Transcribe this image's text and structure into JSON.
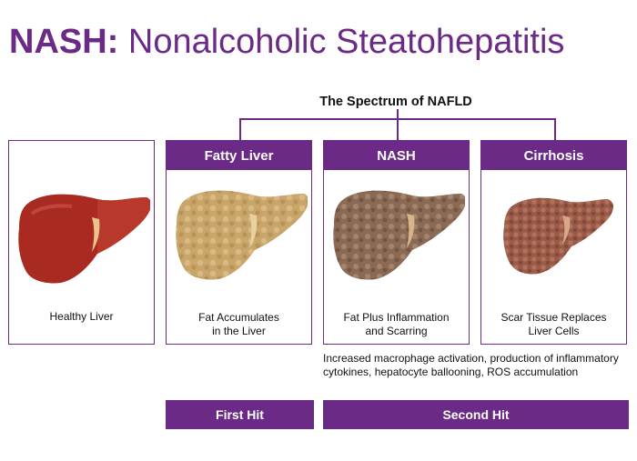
{
  "title": {
    "bold_part": "NASH:",
    "light_part": " Nonalcoholic Steatohepatitis"
  },
  "spectrum_label": "The Spectrum of NAFLD",
  "stages": [
    {
      "header": "",
      "caption": "Healthy Liver"
    },
    {
      "header": "Fatty Liver",
      "caption": "Fat Accumulates\nin the Liver"
    },
    {
      "header": "NASH",
      "caption": "Fat Plus Inflammation\nand Scarring"
    },
    {
      "header": "Cirrhosis",
      "caption": "Scar Tissue Replaces\nLiver Cells"
    }
  ],
  "second_hit_note": "Increased macrophage activation, production of inflammatory cytokines, hepatocyte ballooning, ROS accumulation",
  "hits": {
    "first": "First Hit",
    "second": "Second Hit"
  },
  "colors": {
    "brand_purple": "#6a2a86",
    "healthy_liver": "#a82a20",
    "fatty_liver": "#c9a56a",
    "nash_liver": "#8b6a55",
    "cirrhosis_liver": "#9a5a48"
  }
}
